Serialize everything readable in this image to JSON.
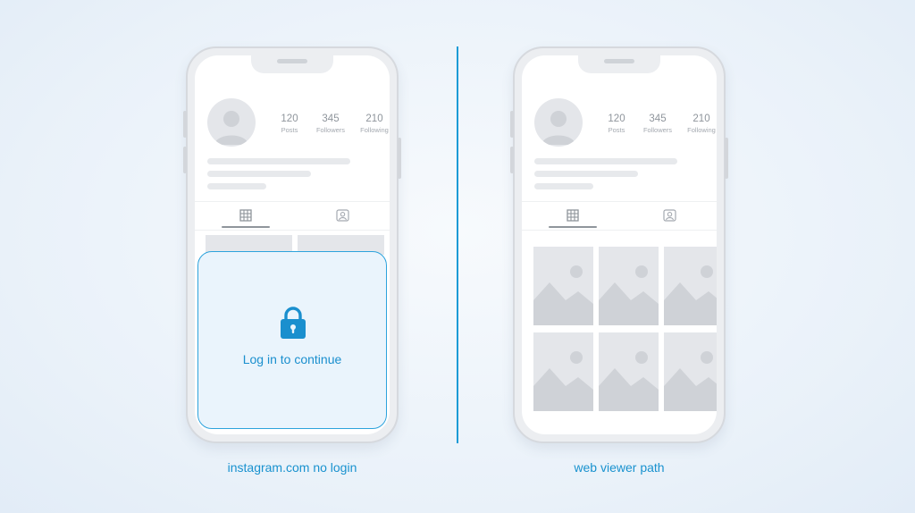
{
  "left_phone": {
    "profile": {
      "stats": [
        {
          "value": "120",
          "label": "Posts"
        },
        {
          "value": "345",
          "label": "Followers"
        },
        {
          "value": "210",
          "label": "Following"
        }
      ]
    },
    "tabs": [
      {
        "icon": "grid-icon",
        "active": true
      },
      {
        "icon": "tagged-person-icon",
        "active": false
      }
    ],
    "overlay": {
      "icon": "lock-icon",
      "text": "Log in to continue"
    },
    "caption": "instagram.com no login"
  },
  "right_phone": {
    "profile": {
      "stats": [
        {
          "value": "120",
          "label": "Posts"
        },
        {
          "value": "345",
          "label": "Followers"
        },
        {
          "value": "210",
          "label": "Following"
        }
      ]
    },
    "tabs": [
      {
        "icon": "grid-icon",
        "active": true
      },
      {
        "icon": "tagged-person-icon",
        "active": false
      }
    ],
    "grid": {
      "rows": 2,
      "columns": 3,
      "icon": "image-placeholder-icon"
    },
    "caption": "web viewer path"
  },
  "colors": {
    "accent": "#1a8fce",
    "divider": "#1b9bd6",
    "overlay_fill": "#eaf4fc",
    "placeholder": "#e4e6ea",
    "phone_frame": "#eceef1"
  }
}
